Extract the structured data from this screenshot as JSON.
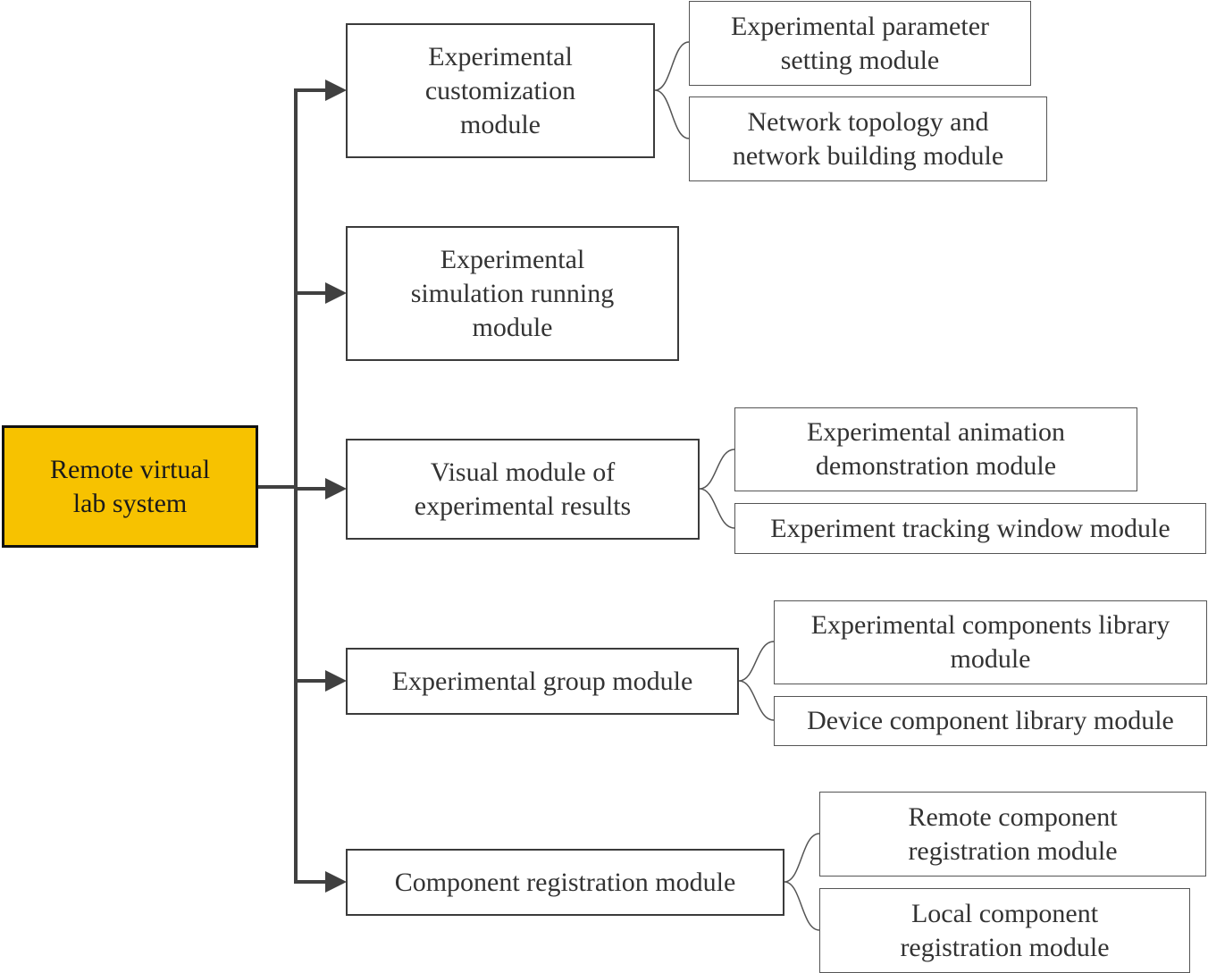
{
  "colors": {
    "root_fill": "#f7c200",
    "line": "#404040",
    "text": "#333333"
  },
  "root": {
    "label": "Remote virtual\nlab system"
  },
  "modules": [
    {
      "label": "Experimental\ncustomization\nmodule",
      "submodules": [
        {
          "label": "Experimental parameter\nsetting module"
        },
        {
          "label": "Network topology and\nnetwork building module"
        }
      ]
    },
    {
      "label": "Experimental\nsimulation running\nmodule",
      "submodules": []
    },
    {
      "label": "Visual module of\nexperimental results",
      "submodules": [
        {
          "label": "Experimental animation\ndemonstration module"
        },
        {
          "label": "Experiment tracking window module"
        }
      ]
    },
    {
      "label": "Experimental group module",
      "submodules": [
        {
          "label": "Experimental components library\nmodule"
        },
        {
          "label": "Device component library module"
        }
      ]
    },
    {
      "label": "Component registration module",
      "submodules": [
        {
          "label": "Remote component\nregistration module"
        },
        {
          "label": "Local component\nregistration module"
        }
      ]
    }
  ]
}
